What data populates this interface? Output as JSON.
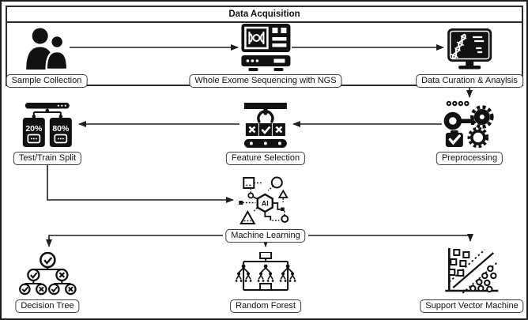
{
  "figure": {
    "group_title": "Data Acquisition",
    "nodes": {
      "sample_collection": {
        "label": "Sample Collection",
        "icon": "two-people-icon"
      },
      "wes": {
        "label": "Whole Exome Sequencing with NGS",
        "icon": "sequencer-machine-icon"
      },
      "data_curation": {
        "label": "Data Curation & Anaylsis",
        "icon": "monitor-dna-icon"
      },
      "preprocessing": {
        "label": "Preprocessing",
        "icon": "gears-check-icon"
      },
      "feature_selection": {
        "label": "Feature Selection",
        "icon": "claw-conveyor-icon"
      },
      "test_train_split": {
        "label": "Test/Train Split",
        "icon": "split-boxes-icon",
        "test_pct": "20%",
        "train_pct": "80%"
      },
      "machine_learning": {
        "label": "Machine Learning",
        "icon": "ai-network-icon",
        "core_text": "AI"
      },
      "decision_tree": {
        "label": "Decision Tree",
        "icon": "tree-check-x-icon"
      },
      "random_forest": {
        "label": "Random Forest",
        "icon": "forest-ensemble-icon"
      },
      "support_vector_machine": {
        "label": "Support Vector Machine",
        "icon": "scatter-hyperplane-icon"
      }
    },
    "edges": [
      {
        "from": "sample_collection",
        "to": "wes"
      },
      {
        "from": "wes",
        "to": "data_curation"
      },
      {
        "from": "data_curation",
        "to": "preprocessing"
      },
      {
        "from": "preprocessing",
        "to": "feature_selection"
      },
      {
        "from": "feature_selection",
        "to": "test_train_split"
      },
      {
        "from": "test_train_split",
        "to": "machine_learning"
      },
      {
        "from": "machine_learning",
        "to": "decision_tree"
      },
      {
        "from": "machine_learning",
        "to": "random_forest"
      },
      {
        "from": "machine_learning",
        "to": "support_vector_machine"
      }
    ],
    "colors": {
      "ink": "#111111",
      "background": "#ffffff"
    }
  }
}
